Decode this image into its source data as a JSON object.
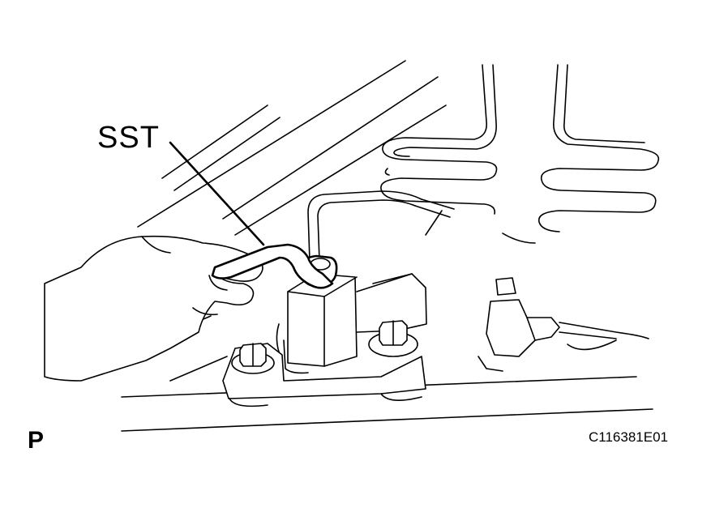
{
  "figure": {
    "callout_label": "SST",
    "view_letter": "P",
    "figure_code": "C116381E01"
  },
  "illustration": {
    "subject": "SST wrench on brake line nut at brake actuator",
    "parts": [
      "hand",
      "sst-wrench",
      "brake-line",
      "actuator-block",
      "mounting-bolt",
      "brake-pipe",
      "union-fitting",
      "coiled-pipe"
    ]
  },
  "colors": {
    "line": "#000000",
    "background": "#ffffff"
  }
}
